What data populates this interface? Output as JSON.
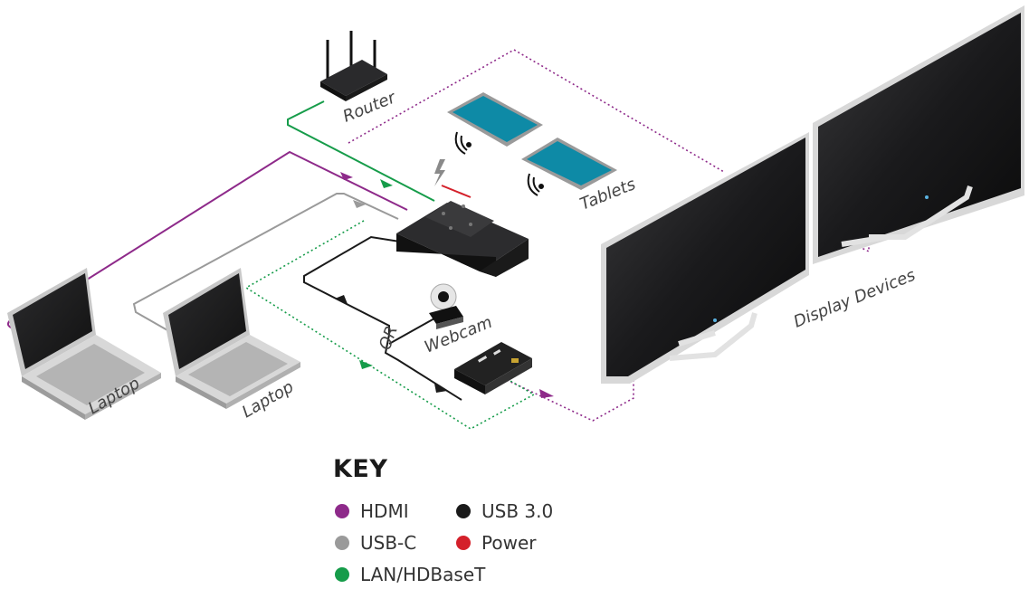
{
  "labels": {
    "router": "Router",
    "tablets": "Tablets",
    "webcam": "Webcam",
    "laptop_1": "Laptop",
    "laptop_2": "Laptop",
    "display_devices": "Display Devices",
    "or": "OR"
  },
  "key": {
    "title": "KEY",
    "items": [
      {
        "label": "HDMI",
        "color": "#8e2a8a"
      },
      {
        "label": "USB-C",
        "color": "#9a9a9a"
      },
      {
        "label": "LAN/HDBaseT",
        "color": "#169c4a"
      },
      {
        "label": "USB 3.0",
        "color": "#1a1a1a"
      },
      {
        "label": "Power",
        "color": "#d4202a"
      }
    ]
  },
  "colors": {
    "hdmi": "#8e2a8a",
    "usbc": "#9a9a9a",
    "lan": "#169c4a",
    "usb3": "#1a1a1a",
    "power": "#d4202a",
    "device_dark": "#1c1c1e",
    "tablet_screen": "#0e8aa6"
  },
  "icons": [
    "router-icon",
    "tablet-icon",
    "wifi-icon",
    "lightning-icon",
    "hub-icon",
    "webcam-icon",
    "laptop-icon",
    "extender-icon",
    "display-icon"
  ]
}
